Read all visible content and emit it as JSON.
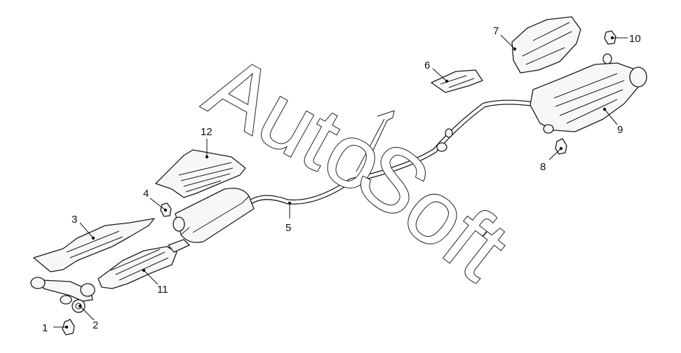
{
  "watermark": {
    "word1": "Auto",
    "word2": "Soft"
  },
  "callouts": [
    {
      "id": "c1",
      "label": "1"
    },
    {
      "id": "c2",
      "label": "2"
    },
    {
      "id": "c3",
      "label": "3"
    },
    {
      "id": "c4",
      "label": "4"
    },
    {
      "id": "c5",
      "label": "5"
    },
    {
      "id": "c6",
      "label": "6"
    },
    {
      "id": "c7",
      "label": "7"
    },
    {
      "id": "c8",
      "label": "8"
    },
    {
      "id": "c9",
      "label": "9"
    },
    {
      "id": "c10",
      "label": "10"
    },
    {
      "id": "c11",
      "label": "11"
    },
    {
      "id": "c12",
      "label": "12"
    }
  ]
}
